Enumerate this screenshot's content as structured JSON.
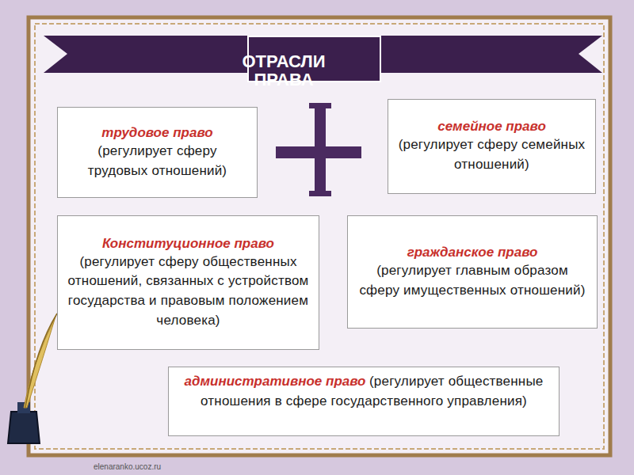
{
  "diagram": {
    "title": "ОТРАСЛИ ПРАВА",
    "nodes": [
      {
        "text": [
          "трудовое право",
          "(регулирует сферу трудовых отношений)"
        ]
      },
      {
        "text": [
          "семейное право",
          "(регулирует сферу семейных отношений)"
        ]
      },
      {
        "text": [
          "Конституционное право",
          "(регулирует сферу общественных отношений, связанных с устройством государства и правовым положением человека)"
        ]
      },
      {
        "text": [
          "гражданское право",
          "(регулирует главным образом сферу имущественных отношений)"
        ]
      },
      {
        "text": [
          "административное право",
          "(регулирует общественные отношения в сфере государственного управления)"
        ]
      }
    ],
    "labels": [
      "elenaranko.ucoz.ru"
    ]
  }
}
